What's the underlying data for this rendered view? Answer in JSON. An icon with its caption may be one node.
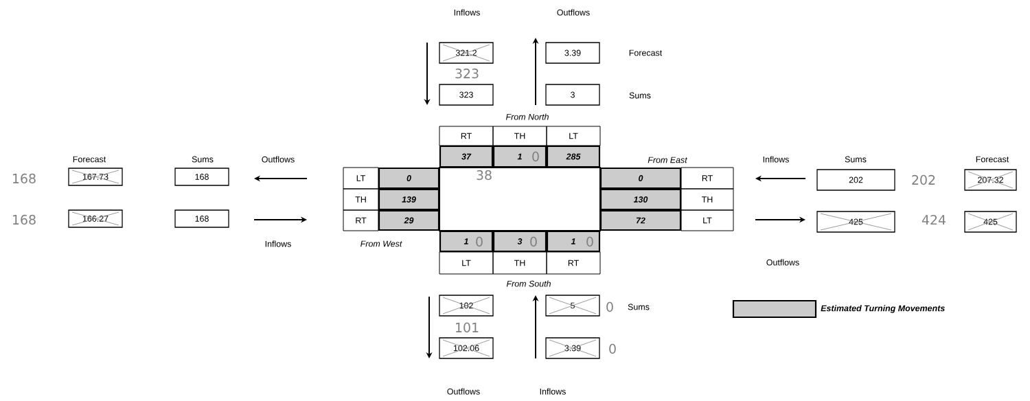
{
  "diagram": {
    "nodes": [
      {
        "text": [
          "321.2"
        ]
      },
      {
        "text": [
          "3.39"
        ]
      },
      {
        "text": [
          "323"
        ]
      },
      {
        "text": [
          "3"
        ]
      },
      {
        "text": [
          "RT"
        ]
      },
      {
        "text": [
          "TH"
        ]
      },
      {
        "text": [
          "LT"
        ]
      },
      {
        "text": [
          "37"
        ]
      },
      {
        "text": [
          "1"
        ]
      },
      {
        "text": [
          "285"
        ]
      },
      {
        "text": [
          "167.73"
        ]
      },
      {
        "text": [
          "168"
        ]
      },
      {
        "text": [
          "166.27"
        ]
      },
      {
        "text": [
          "168"
        ]
      },
      {
        "text": [
          "LT"
        ]
      },
      {
        "text": [
          "0"
        ]
      },
      {
        "text": [
          "TH"
        ]
      },
      {
        "text": [
          "139"
        ]
      },
      {
        "text": [
          "RT"
        ]
      },
      {
        "text": [
          "29"
        ]
      },
      {
        "text": [
          "0"
        ]
      },
      {
        "text": [
          "RT"
        ]
      },
      {
        "text": [
          "130"
        ]
      },
      {
        "text": [
          "TH"
        ]
      },
      {
        "text": [
          "72"
        ]
      },
      {
        "text": [
          "LT"
        ]
      },
      {
        "text": [
          "202"
        ]
      },
      {
        "text": [
          "207.32"
        ]
      },
      {
        "text": [
          "425"
        ]
      },
      {
        "text": [
          "425"
        ]
      },
      {
        "text": [
          "1"
        ]
      },
      {
        "text": [
          "3"
        ]
      },
      {
        "text": [
          "1"
        ]
      },
      {
        "text": [
          "LT"
        ]
      },
      {
        "text": [
          "TH"
        ]
      },
      {
        "text": [
          "RT"
        ]
      },
      {
        "text": [
          "102"
        ]
      },
      {
        "text": [
          "5"
        ]
      },
      {
        "text": [
          "102.06"
        ]
      },
      {
        "text": [
          "3.39"
        ]
      }
    ],
    "labels": [
      "Inflows",
      "Outflows",
      "Forecast",
      "323",
      "Sums",
      "From North",
      "Forecast",
      "Sums",
      "Outflows",
      "0",
      "From East",
      "Inflows",
      "Sums",
      "Forecast",
      "168",
      "38",
      "202",
      "168",
      "424",
      "Inflows",
      "From West",
      "0",
      "0",
      "0",
      "Outflows",
      "From South",
      "0",
      "Sums",
      "101",
      "0",
      "Outflows",
      "Inflows"
    ],
    "legend": [
      {
        "text": "Estimated Turning Movements",
        "color": "#cccccc"
      }
    ]
  }
}
